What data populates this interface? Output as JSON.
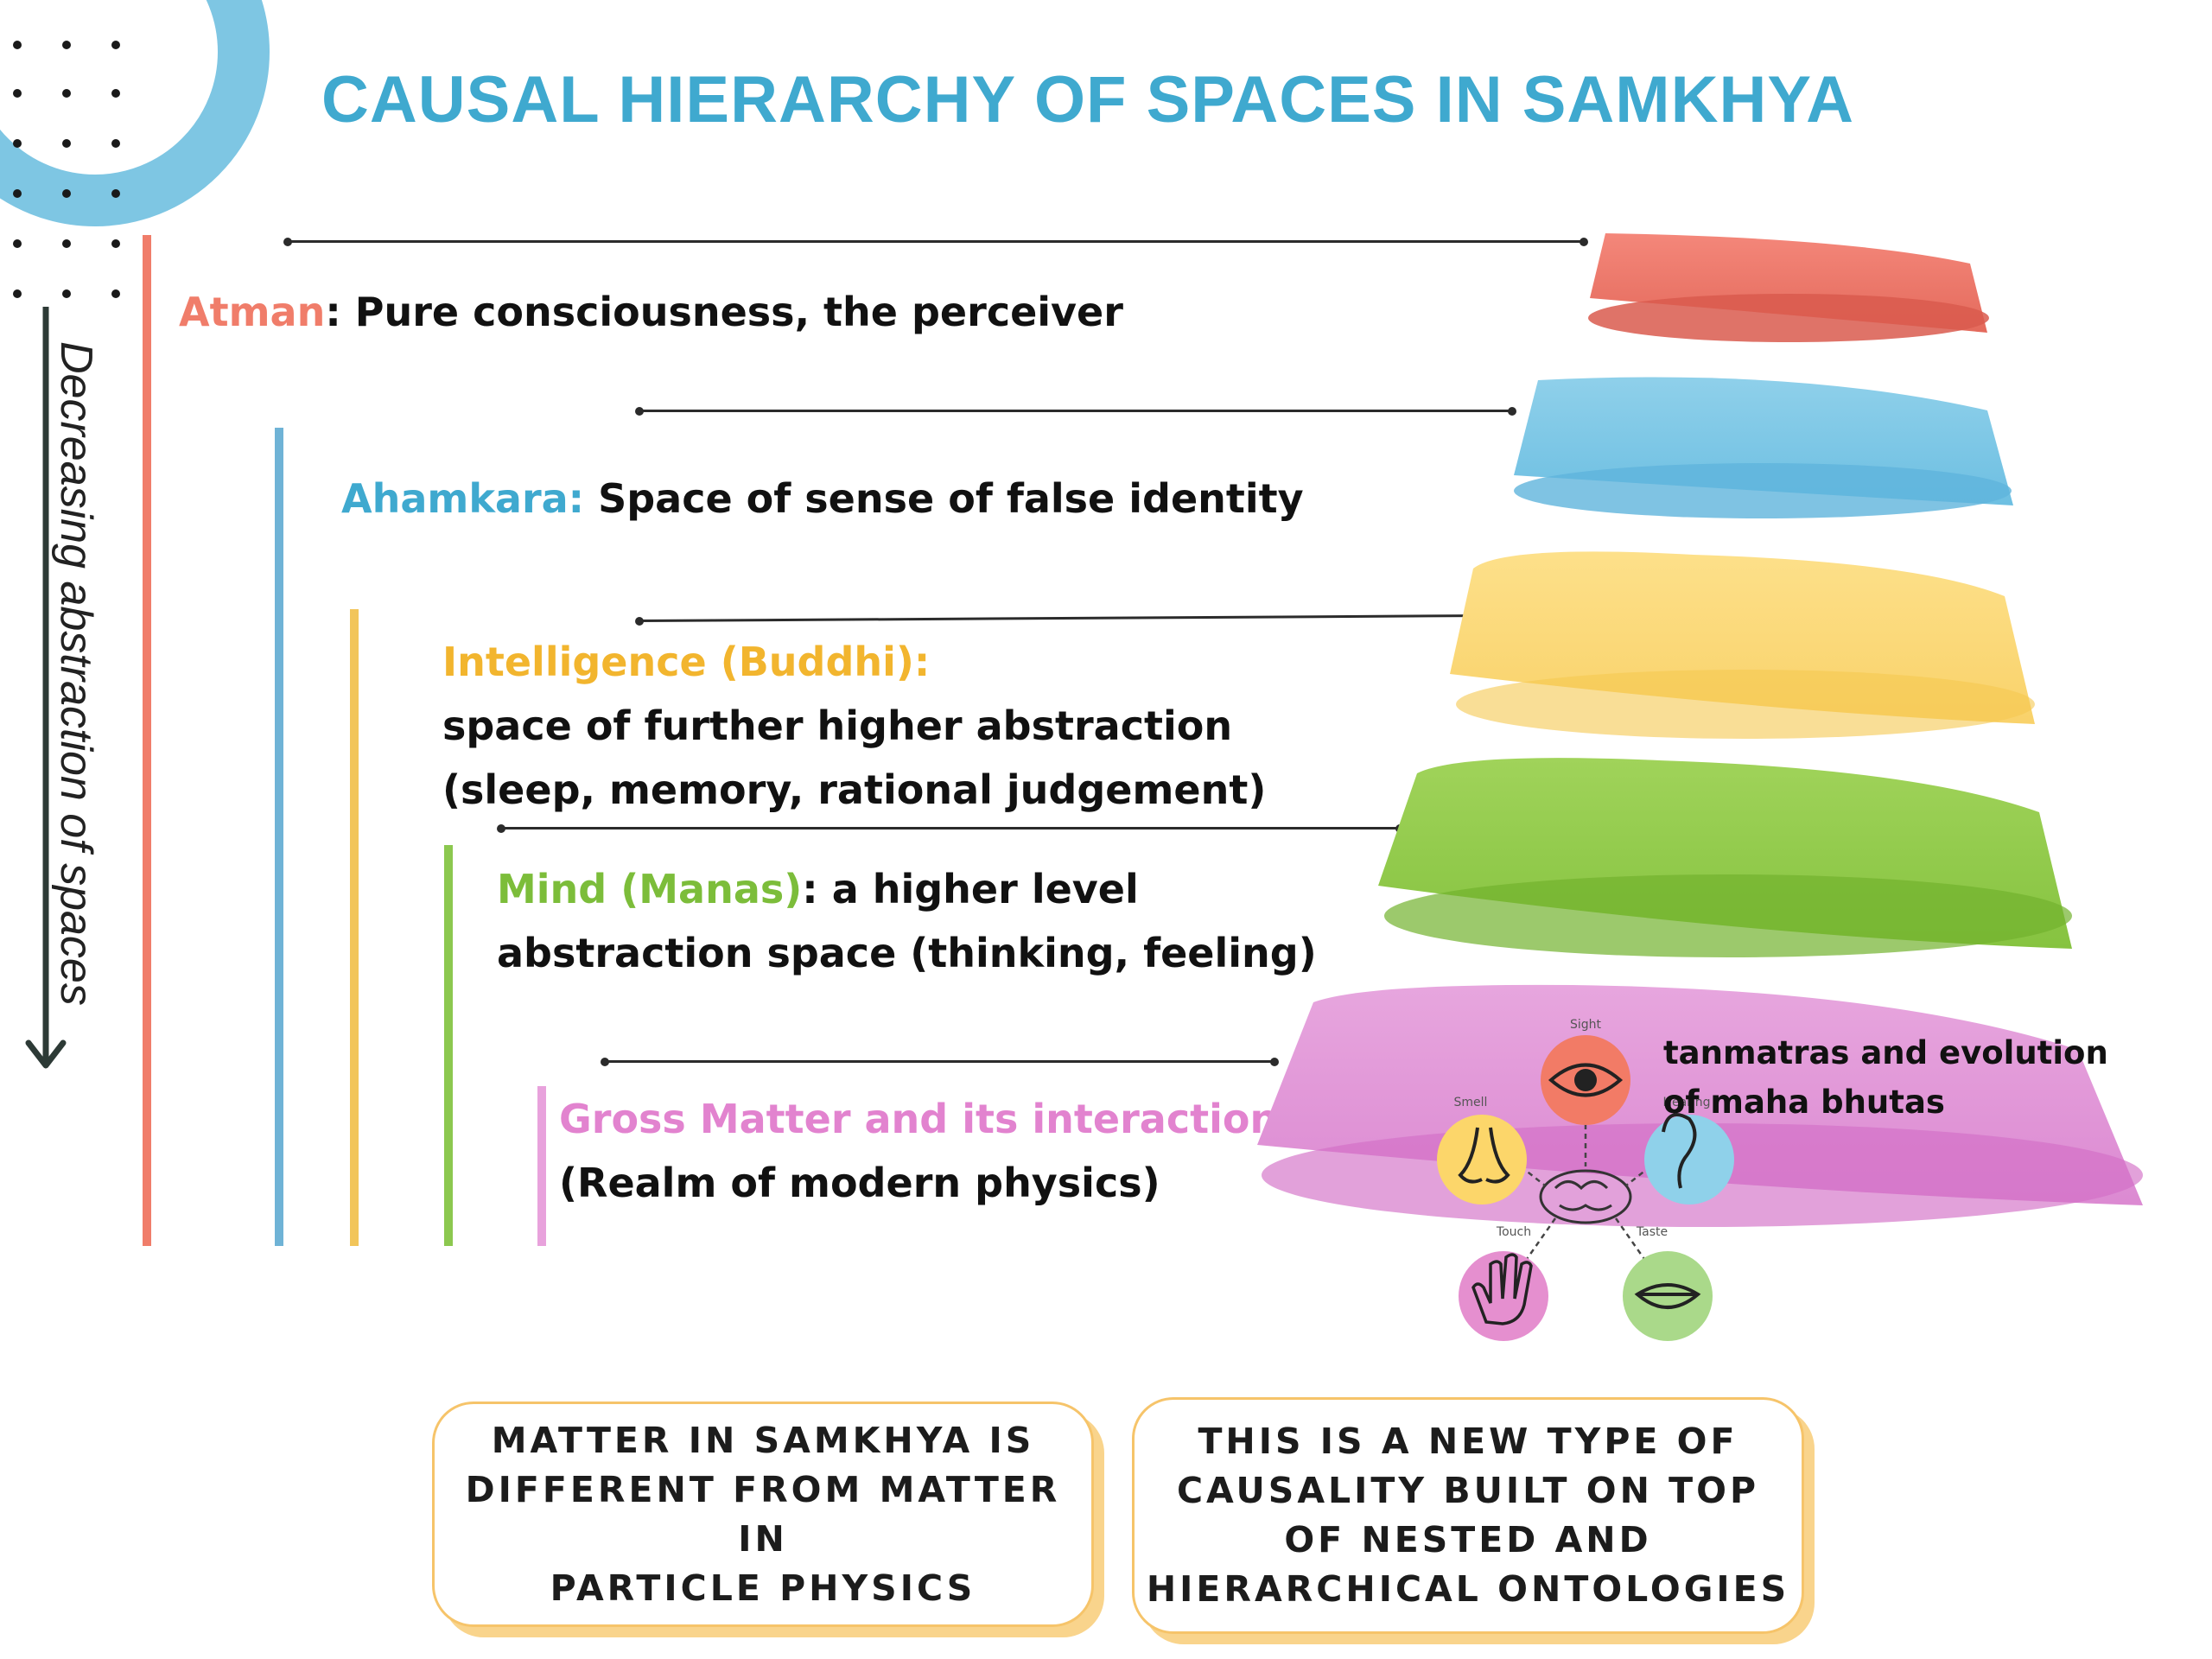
{
  "title": "CAUSAL HIERARCHY OF SPACES IN SAMKHYA",
  "axis_label": "Decreasing abstraction of spaces",
  "colors": {
    "atman": "#f07d6a",
    "ahamkara": "#3fa9cf",
    "buddhi": "#f2b52e",
    "manas": "#7cbd3a",
    "matter": "#e283cf",
    "title": "#3fa9cf",
    "box_border": "#f6c46a"
  },
  "levels": [
    {
      "name": "Atman",
      "sep": ": ",
      "desc": "Pure consciousness, the perceiver"
    },
    {
      "name": "Ahamkara:",
      "sep": " ",
      "desc": "Space of sense of false identity"
    },
    {
      "name": "Intelligence (Buddhi):",
      "desc_line1": "space of further higher abstraction",
      "desc_line2": "(sleep, memory, rational judgement)"
    },
    {
      "name": "Mind (Manas)",
      "sep": ": ",
      "desc_line1": "a higher level",
      "desc_line2": "abstraction space (thinking, feeling)"
    },
    {
      "name": "Gross Matter and its interactions",
      "desc_line1": "(Realm of modern physics)"
    }
  ],
  "tanmatras_label": "tanmatras and evolution\nof maha bhutas",
  "senses": {
    "sight": "Sight",
    "smell": "Smell",
    "hearing": "Hearing",
    "touch": "Touch",
    "taste": "Taste"
  },
  "boxes": [
    "MATTER IN SAMKHYA IS\nDIFFERENT FROM MATTER IN\nPARTICLE PHYSICS",
    "THIS IS A NEW TYPE OF\nCAUSALITY BUILT ON TOP\nOF NESTED AND\nHIERARCHICAL ONTOLOGIES"
  ]
}
